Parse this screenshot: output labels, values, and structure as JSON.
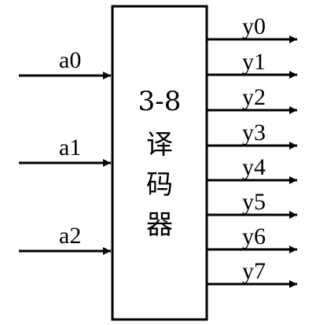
{
  "decoder": {
    "title_line1": "3-8",
    "title_line2": "译",
    "title_line3": "码",
    "title_line4": "器"
  },
  "inputs": [
    {
      "label": "a0"
    },
    {
      "label": "a1"
    },
    {
      "label": "a2"
    }
  ],
  "outputs": [
    {
      "label": "y0"
    },
    {
      "label": "y1"
    },
    {
      "label": "y2"
    },
    {
      "label": "y3"
    },
    {
      "label": "y4"
    },
    {
      "label": "y5"
    },
    {
      "label": "y6"
    },
    {
      "label": "y7"
    }
  ]
}
